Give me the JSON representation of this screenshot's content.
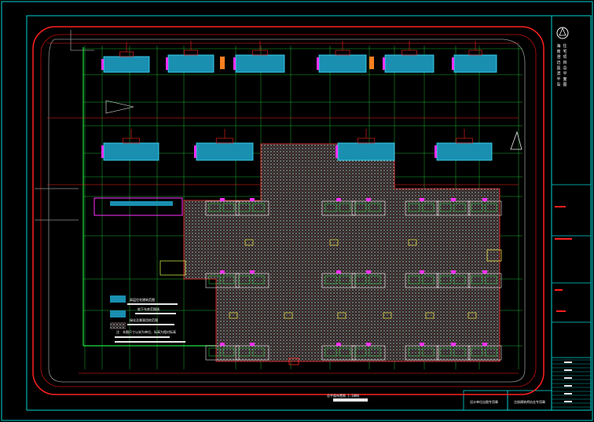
{
  "drawing": {
    "title_block": {
      "project_name_lines": [
        "海南澄迈盈滨半岛",
        "住宅项目总平面图"
      ]
    },
    "legend": {
      "items": [
        {
          "key": "building-block",
          "text": "高层住宅建筑范围"
        },
        {
          "key": "podium",
          "text": "地下车库范围线"
        },
        {
          "key": "hatch",
          "text": "绿化及景观用地范围"
        }
      ],
      "note": "注：本图尺寸以米为单位，标高为相对标高"
    },
    "bottom_caption": "总平面布置图  1:1000",
    "stamps": [
      "设计单位出图专用章",
      "注册建筑师执业专用章"
    ],
    "colors": {
      "background": "#000000",
      "frame": "#00d4d4",
      "site_boundary": "#ff2020",
      "grid": "#20e040",
      "building": "#1a8fb0",
      "building_outline": "#40e0ff",
      "hatch": "#c0c0c0",
      "road": "#e8e8e8",
      "magenta": "#ff30ff"
    }
  }
}
